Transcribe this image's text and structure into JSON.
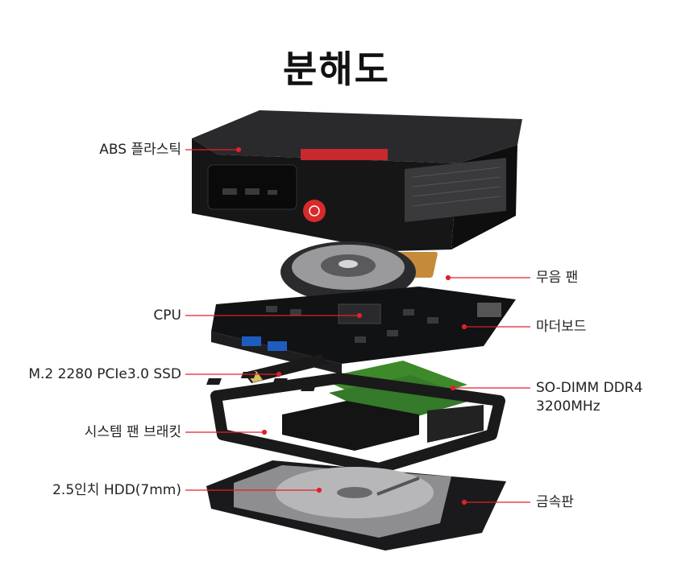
{
  "title": "분해도",
  "labels": {
    "abs": "ABS 플라스틱",
    "fan": "무음 팬",
    "cpu": "CPU",
    "motherboard": "마더보드",
    "ssd": "M.2 2280 PCIe3.0 SSD",
    "ram_line1": "SO-DIMM DDR4",
    "ram_line2": "3200MHz",
    "bracket": "시스템 팬 브래킷",
    "hdd": "2.5인치 HDD(7mm)",
    "metal": "금속판"
  },
  "colors": {
    "leader": "#e0202a",
    "case": "#1c1c1e",
    "pcb": "#111214",
    "ram": "#3e8a2a",
    "copper": "#c58a3a"
  }
}
